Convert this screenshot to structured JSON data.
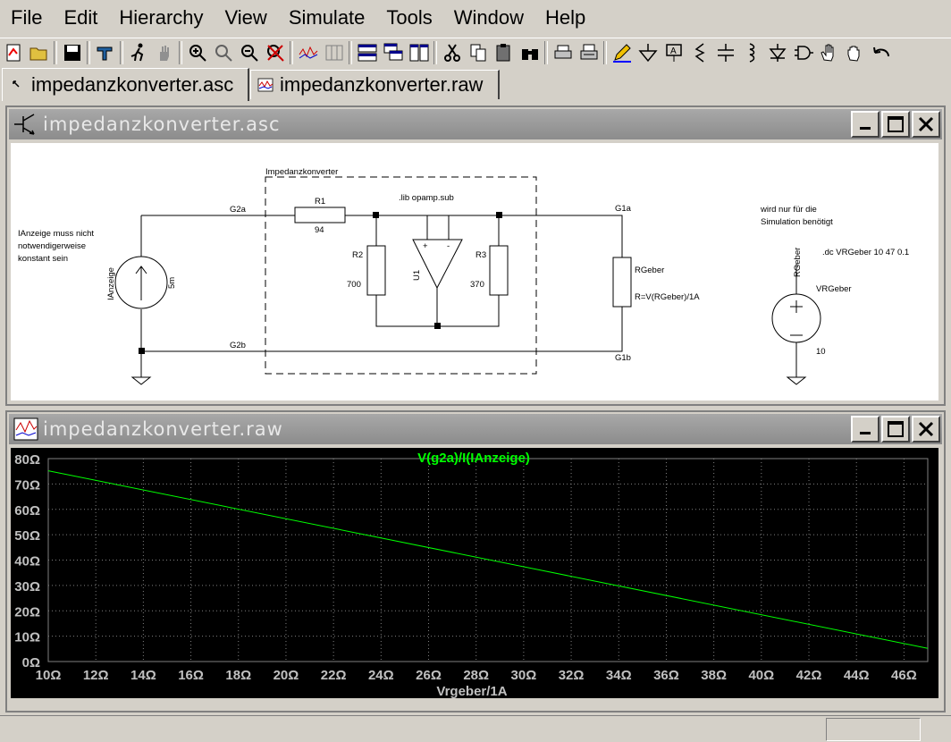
{
  "menu": [
    "File",
    "Edit",
    "Hierarchy",
    "View",
    "Simulate",
    "Tools",
    "Window",
    "Help"
  ],
  "tabs": [
    {
      "label": "impedanzkonverter.asc",
      "active": true
    },
    {
      "label": "impedanzkonverter.raw",
      "active": false
    }
  ],
  "schematic_window": {
    "title": "impedanzkonverter.asc",
    "labels": {
      "block_title": "Impedanzkonverter",
      "lib": ".lib opamp.sub",
      "r1_name": "R1",
      "r1_value": "94",
      "r2_name": "R2",
      "r2_value": "700",
      "r3_name": "R3",
      "r3_value": "370",
      "u1": "U1",
      "g2a": "G2a",
      "g2b": "G2b",
      "g1a": "G1a",
      "g1b": "G1b",
      "rgeber_name": "RGeber",
      "rgeber_value": "R=V(RGeber)/1A",
      "ianzeige_name": "IAnzeige",
      "ianzeige_value": "5m",
      "note_left_1": "IAnzeige muss nicht",
      "note_left_2": "notwendigerweise",
      "note_left_3": "konstant sein",
      "note_right_1": "wird nur für die",
      "note_right_2": "Simulation benötigt",
      "dc_cmd": ".dc VRGeber 10 47 0.1",
      "vrgeber_net": "RGeber",
      "vrgeber_name": "VRGeber",
      "vrgeber_value": "10",
      "plus": "+",
      "minus": "-"
    }
  },
  "waveform_window": {
    "title": "impedanzkonverter.raw"
  },
  "colors": {
    "trace": "#00ff00",
    "plot_bg": "#000000",
    "grid": "#808080",
    "axis_text": "#c0c0c0",
    "titlebar": "#9a9a9a"
  },
  "chart_data": {
    "type": "line",
    "title": "V(g2a)/I(IAnzeige)",
    "xlabel": "Vrgeber/1A",
    "ylabel": "",
    "xlim": [
      10,
      47
    ],
    "ylim": [
      0,
      80
    ],
    "x_ticks": [
      "10Ω",
      "12Ω",
      "14Ω",
      "16Ω",
      "18Ω",
      "20Ω",
      "22Ω",
      "24Ω",
      "26Ω",
      "28Ω",
      "30Ω",
      "32Ω",
      "34Ω",
      "36Ω",
      "38Ω",
      "40Ω",
      "42Ω",
      "44Ω",
      "46Ω"
    ],
    "y_ticks": [
      "0Ω",
      "10Ω",
      "20Ω",
      "30Ω",
      "40Ω",
      "50Ω",
      "60Ω",
      "70Ω",
      "80Ω"
    ],
    "x_tick_values": [
      10,
      12,
      14,
      16,
      18,
      20,
      22,
      24,
      26,
      28,
      30,
      32,
      34,
      36,
      38,
      40,
      42,
      44,
      46
    ],
    "y_tick_values": [
      0,
      10,
      20,
      30,
      40,
      50,
      60,
      70,
      80
    ],
    "grid": true,
    "series": [
      {
        "name": "V(g2a)/I(IAnzeige)",
        "x": [
          10,
          47
        ],
        "y": [
          75.2,
          5.2
        ]
      }
    ]
  }
}
